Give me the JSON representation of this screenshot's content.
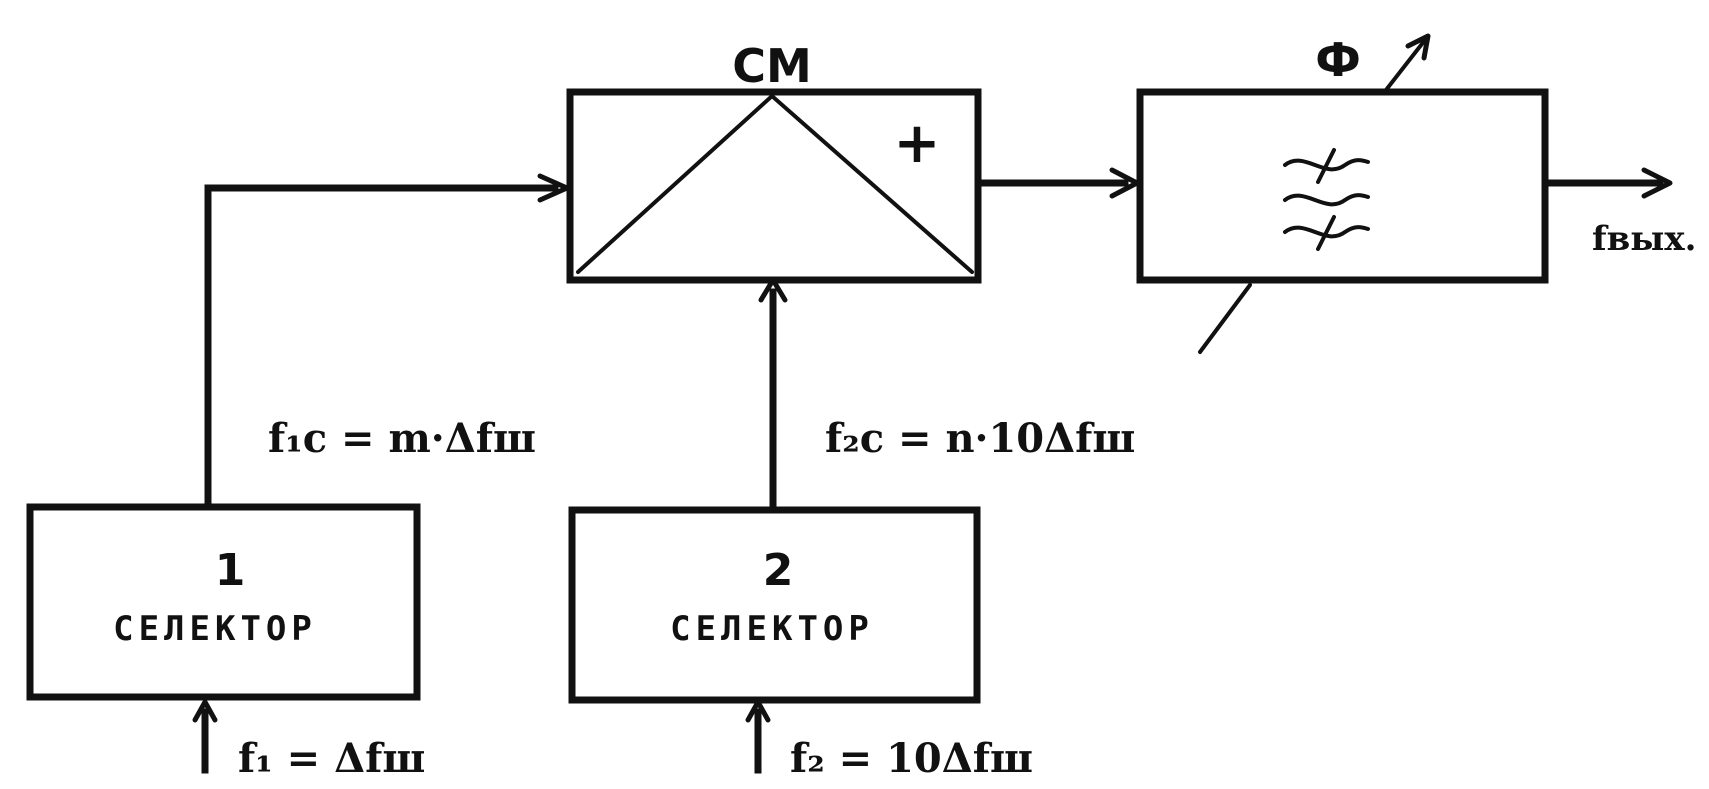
{
  "diagram": {
    "mixer": {
      "label": "СМ",
      "sign": "+"
    },
    "filter": {
      "label": "Ф"
    },
    "selector_1": {
      "number": "1",
      "label": "СЕЛЕКТОР"
    },
    "selector_2": {
      "number": "2",
      "label": "СЕЛЕКТОР"
    },
    "signals": {
      "f1c": "f₁c = m·Δfш",
      "f2c": "f₂c = n·10Δfш",
      "f1": "f₁ = Δfш",
      "f2": "f₂ = 10Δfш",
      "fout": "fвых."
    }
  }
}
